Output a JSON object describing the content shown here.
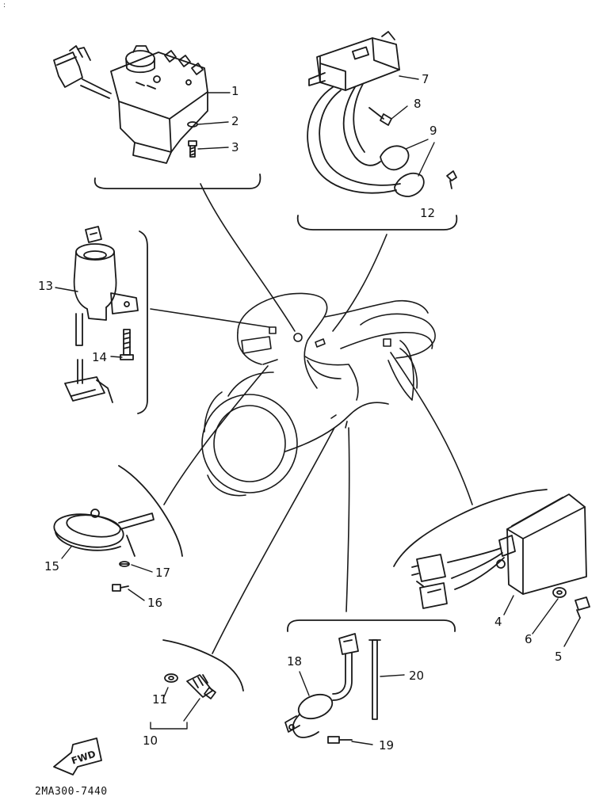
{
  "diagram": {
    "drawing_code": "2MA300-7440",
    "corner_mark": ":",
    "fwd_label": "FWD",
    "callouts": [
      {
        "id": "1",
        "label": "1"
      },
      {
        "id": "2",
        "label": "2"
      },
      {
        "id": "3",
        "label": "3"
      },
      {
        "id": "4",
        "label": "4"
      },
      {
        "id": "5",
        "label": "5"
      },
      {
        "id": "6",
        "label": "6"
      },
      {
        "id": "7",
        "label": "7"
      },
      {
        "id": "8",
        "label": "8"
      },
      {
        "id": "9",
        "label": "9"
      },
      {
        "id": "10",
        "label": "10"
      },
      {
        "id": "11",
        "label": "11"
      },
      {
        "id": "12",
        "label": "12"
      },
      {
        "id": "13",
        "label": "13"
      },
      {
        "id": "14",
        "label": "14"
      },
      {
        "id": "15",
        "label": "15"
      },
      {
        "id": "16",
        "label": "16"
      },
      {
        "id": "17",
        "label": "17"
      },
      {
        "id": "18",
        "label": "18"
      },
      {
        "id": "19",
        "label": "19"
      },
      {
        "id": "20",
        "label": "20"
      }
    ],
    "colors": {
      "ink": "#1a1a1a",
      "paper": "#ffffff",
      "shade": "#6b6b6b"
    }
  }
}
